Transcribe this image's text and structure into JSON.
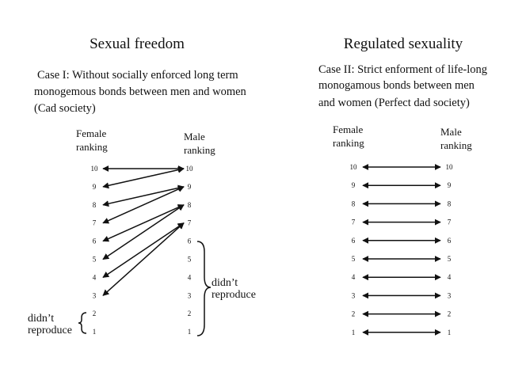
{
  "left": {
    "title": "Sexual freedom",
    "case_lines": [
      "Case I: Without socially enforced long term",
      "monogemous bonds between men and women",
      "(Cad society)"
    ],
    "female_heading": [
      "Female",
      "ranking"
    ],
    "male_heading": [
      "Male",
      "ranking"
    ],
    "female_ranks": [
      "10",
      "9",
      "8",
      "7",
      "6",
      "5",
      "4",
      "3",
      "2",
      "1"
    ],
    "male_ranks": [
      "10",
      "9",
      "8",
      "7",
      "6",
      "5",
      "4",
      "3",
      "2",
      "1"
    ],
    "pairs": [
      [
        10,
        10
      ],
      [
        9,
        10
      ],
      [
        8,
        9
      ],
      [
        7,
        9
      ],
      [
        6,
        8
      ],
      [
        5,
        8
      ],
      [
        4,
        7
      ],
      [
        3,
        7
      ]
    ],
    "female_no_repro_label": [
      "didn’t",
      "reproduce"
    ],
    "male_no_repro_label": [
      "didn’t",
      "reproduce"
    ]
  },
  "right": {
    "title": "Regulated sexuality",
    "case_lines": [
      "Case II: Strict enforment of life-long",
      "monogamous bonds between men",
      "and women (Perfect dad society)"
    ],
    "female_heading": [
      "Female",
      "ranking"
    ],
    "male_heading": [
      "Male",
      "ranking"
    ],
    "female_ranks": [
      "10",
      "9",
      "8",
      "7",
      "6",
      "5",
      "4",
      "3",
      "2",
      "1"
    ],
    "male_ranks": [
      "10",
      "9",
      "8",
      "7",
      "6",
      "5",
      "4",
      "3",
      "2",
      "1"
    ],
    "pairs": [
      [
        10,
        10
      ],
      [
        9,
        9
      ],
      [
        8,
        8
      ],
      [
        7,
        7
      ],
      [
        6,
        6
      ],
      [
        5,
        5
      ],
      [
        4,
        4
      ],
      [
        3,
        3
      ],
      [
        2,
        2
      ],
      [
        1,
        1
      ]
    ]
  }
}
